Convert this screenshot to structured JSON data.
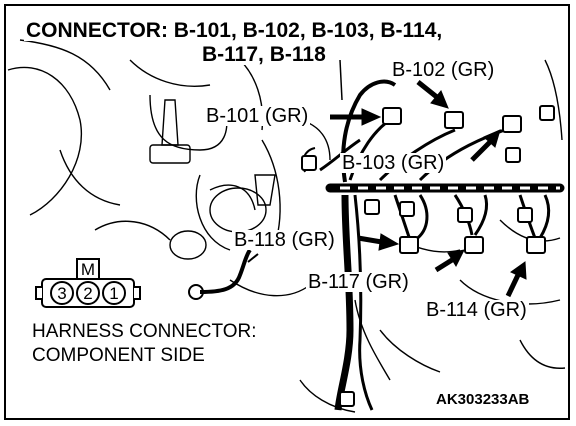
{
  "title": {
    "line1": "CONNECTOR: B-101, B-102, B-103, B-114,",
    "line2": "B-117, B-118"
  },
  "callouts": {
    "b101": "B-101 (GR)",
    "b102": "B-102 (GR)",
    "b103": "B-103 (GR)",
    "b114": "B-114 (GR)",
    "b117": "B-117 (GR)",
    "b118": "B-118 (GR)"
  },
  "pinout": {
    "key": "M",
    "pins": [
      "3",
      "2",
      "1"
    ]
  },
  "caption": {
    "line1": "HARNESS CONNECTOR:",
    "line2": "COMPONENT SIDE"
  },
  "figure_code": "AK303233AB"
}
